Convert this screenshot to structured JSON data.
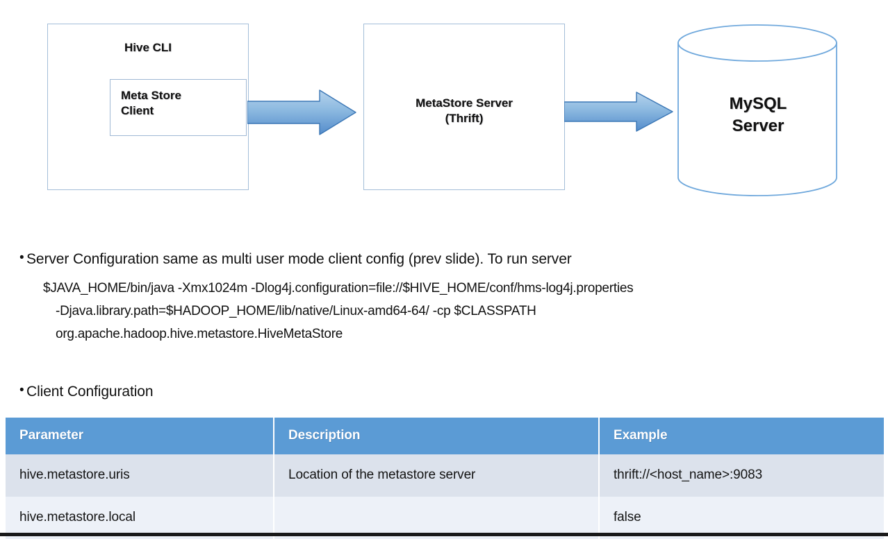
{
  "diagram": {
    "nodes": [
      {
        "id": "hive-cli",
        "label": "Hive CLI",
        "shape": "rectangle"
      },
      {
        "id": "meta-store-client",
        "label": "Meta Store\nClient",
        "shape": "rectangle"
      },
      {
        "id": "metastore-server",
        "label": "MetaStore Server\n(Thrift)",
        "shape": "rectangle"
      },
      {
        "id": "mysql-server",
        "label": "MySQL\nServer",
        "shape": "cylinder"
      }
    ],
    "arrows": [
      {
        "id": "arrow-1",
        "from": "meta-store-client",
        "to": "metastore-server"
      },
      {
        "id": "arrow-2",
        "from": "metastore-server",
        "to": "mysql-server"
      }
    ],
    "colors": {
      "box_border": "#A3BDD8",
      "box_fill": "#FFFFFF",
      "arrow_light": "#9DC3E6",
      "arrow_dark": "#5B9BD5",
      "arrow_border": "#2E75B6",
      "cylinder_border": "#5B9BD5"
    }
  },
  "bullets": [
    {
      "marker": "•",
      "text": "Server Configuration same as multi user mode client config (prev slide). To run server"
    },
    {
      "marker": "•",
      "text": "Client Configuration"
    }
  ],
  "code_block": [
    "$JAVA_HOME/bin/java -Xmx1024m -Dlog4j.configuration=file://$HIVE_HOME/conf/hms-log4j.properties",
    "-Djava.library.path=$HADOOP_HOME/lib/native/Linux-amd64-64/ -cp $CLASSPATH",
    "org.apache.hadoop.hive.metastore.HiveMetaStore"
  ],
  "table": {
    "headers": [
      "Parameter",
      "Description",
      "Example"
    ],
    "rows": [
      [
        "hive.metastore.uris",
        "Location of the metastore server",
        "thrift://<host_name>:9083"
      ],
      [
        "hive.metastore.local",
        "",
        "false"
      ]
    ],
    "colors": {
      "header_bg": "#5B9BD5",
      "header_text": "#FFFFFF",
      "row_0_bg": "#DCE2EC",
      "row_1_bg": "#EDF1F8"
    }
  }
}
